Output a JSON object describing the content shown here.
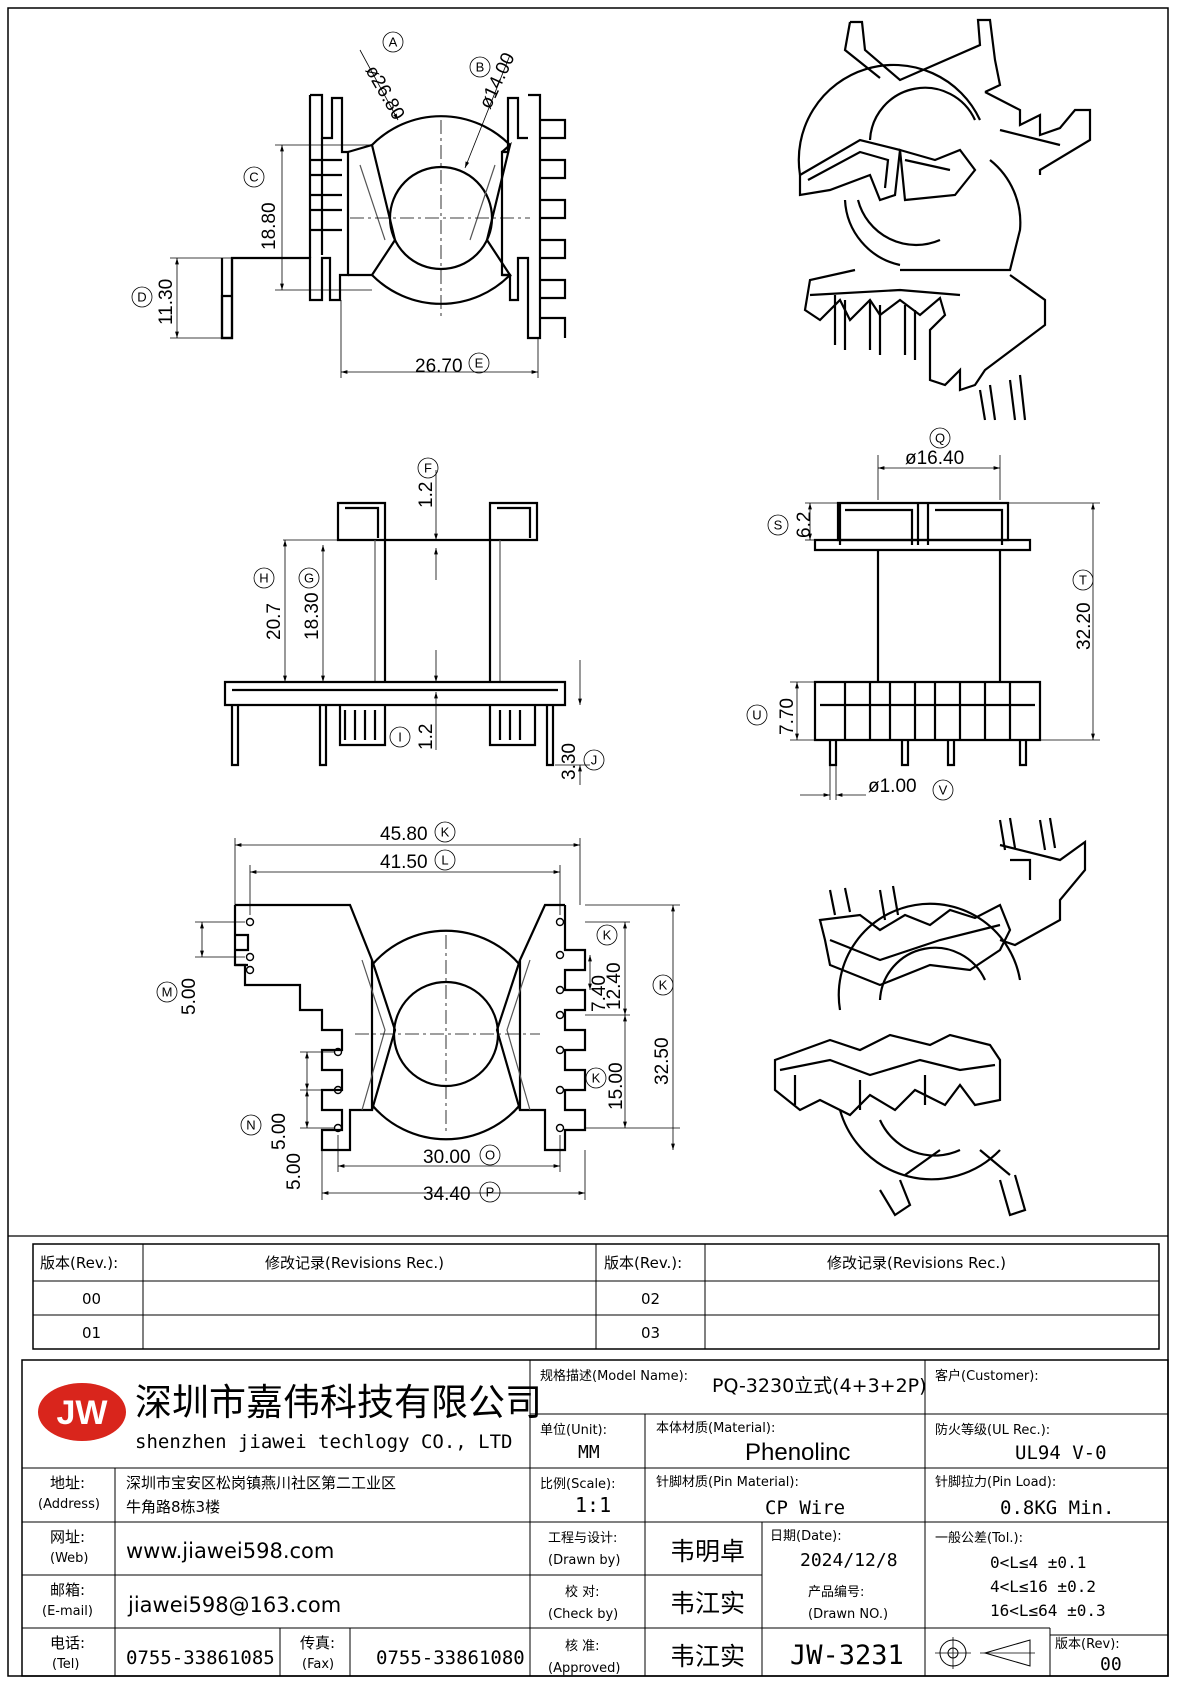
{
  "dimensions": {
    "A": {
      "letter": "A",
      "value": "ø26.80"
    },
    "B": {
      "letter": "B",
      "value": "ø14.00"
    },
    "C": {
      "letter": "C",
      "value": "18.80"
    },
    "D": {
      "letter": "D",
      "value": "11.30"
    },
    "E": {
      "letter": "E",
      "value": "26.70"
    },
    "F": {
      "letter": "F",
      "value": "1.2"
    },
    "G": {
      "letter": "G",
      "value": "18.30"
    },
    "H": {
      "letter": "H",
      "value": "20.7"
    },
    "I": {
      "letter": "I",
      "value": "1.2"
    },
    "J": {
      "letter": "J",
      "value": "3.30"
    },
    "Q": {
      "letter": "Q",
      "value": "ø16.40"
    },
    "S": {
      "letter": "S",
      "value": "6.2"
    },
    "T": {
      "letter": "T",
      "value": "32.20"
    },
    "U": {
      "letter": "U",
      "value": "7.70"
    },
    "V": {
      "letter": "V",
      "value": "ø1.00"
    },
    "K1": {
      "letter": "K",
      "value": "45.80"
    },
    "L": {
      "letter": "L",
      "value": "41.50"
    },
    "K2": {
      "letter": "K",
      "value": "12.40"
    },
    "K3": {
      "letter": "K",
      "value": "7.40"
    },
    "K4": {
      "letter": "K",
      "value": "32.50"
    },
    "K5": {
      "letter": "K",
      "value": "15.00"
    },
    "M": {
      "letter": "M",
      "value": "5.00"
    },
    "N": {
      "letter": "N",
      "value": "5.00"
    },
    "N2": {
      "letter": "",
      "value": "5.00"
    },
    "O": {
      "letter": "O",
      "value": "30.00"
    },
    "P": {
      "letter": "P",
      "value": "34.40"
    }
  },
  "revisions": {
    "header_rev": "版本(Rev.):",
    "header_rec": "修改记录(Revisions Rec.)",
    "left": [
      "00",
      "01"
    ],
    "right": [
      "02",
      "03"
    ]
  },
  "titleblock": {
    "logo": "JW",
    "company_cn": "深圳市嘉伟科技有限公司",
    "company_en": "shenzhen jiawei techlogy CO., LTD",
    "address_label": "地址:",
    "address_label_en": "(Address)",
    "address_line1": "深圳市宝安区松岗镇燕川社区第二工业区",
    "address_line2": "牛角路8栋3楼",
    "web_label": "网址:",
    "web_label_en": "(Web)",
    "web": "www.jiawei598.com",
    "email_label": "邮箱:",
    "email_label_en": "(E-mail)",
    "email": "jiawei598@163.com",
    "tel_label": "电话:",
    "tel_label_en": "(Tel)",
    "tel": "0755-33861085",
    "fax_label": "传真:",
    "fax_label_en": "(Fax)",
    "fax": "0755-33861080",
    "model_label": "规格描述(Model Name):",
    "model": "PQ-3230立式(4+3+2P)",
    "customer_label": "客户(Customer):",
    "unit_label": "单位(Unit):",
    "unit": "MM",
    "material_label": "本体材质(Material):",
    "material": "Phenolinc",
    "ul_label": "防火等级(UL Rec.):",
    "ul": "UL94 V-0",
    "scale_label": "比例(Scale):",
    "scale": "1:1",
    "pin_material_label": "针脚材质(Pin Material):",
    "pin_material": "CP Wire",
    "pin_load_label": "针脚拉力(Pin Load):",
    "pin_load": "0.8KG Min.",
    "drawn_label": "工程与设计:",
    "drawn_label_en": "(Drawn by)",
    "drawn": "韦明卓",
    "date_label": "日期(Date):",
    "date": "2024/12/8",
    "tol_label": "一般公差(Tol.):",
    "tol1": "0<L≤4    ±0.1",
    "tol2": "4<L≤16   ±0.2",
    "tol3": "16<L≤64  ±0.3",
    "check_label": "校  对:",
    "check_label_en": "(Check by)",
    "check": "韦江实",
    "drawing_no_label": "产品编号:",
    "drawing_no_label_en": "(Drawn NO.)",
    "approved_label": "核  准:",
    "approved_label_en": "(Approved)",
    "approved": "韦江实",
    "drawing_no": "JW-3231",
    "rev_label": "版本(Rev):",
    "rev": "00"
  }
}
